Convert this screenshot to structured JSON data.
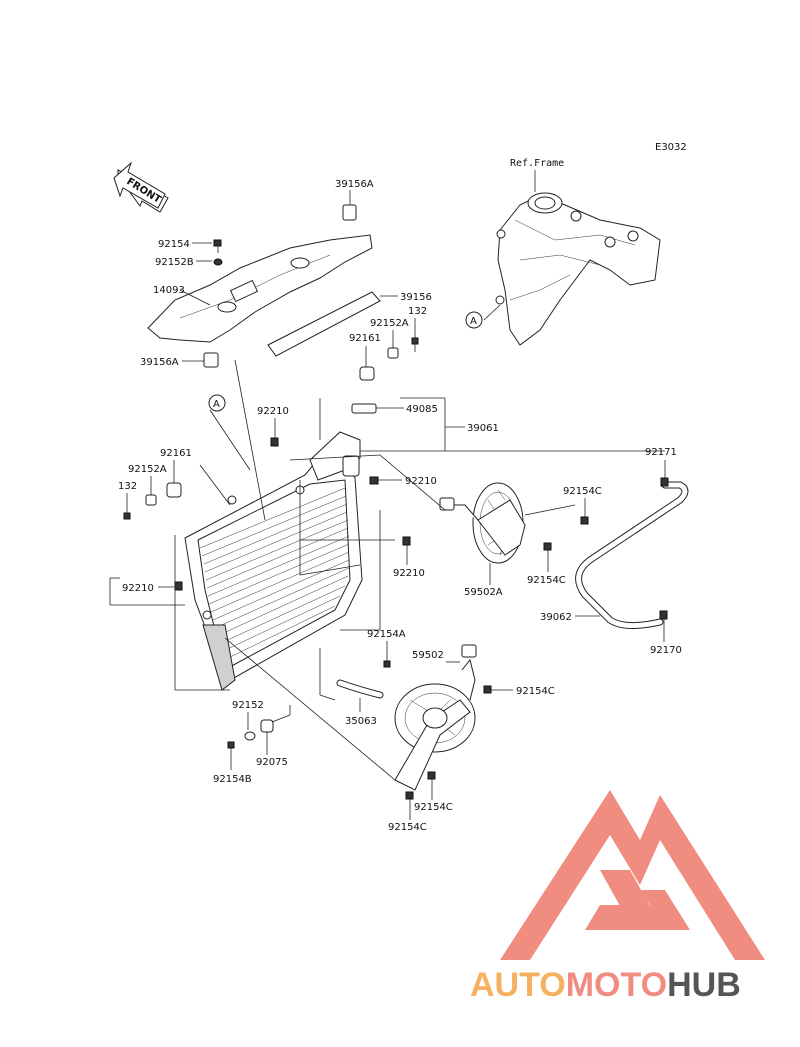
{
  "diagram_code": "E3032",
  "ref_frame_label": "Ref.Frame",
  "front_label": "FRONT",
  "callout_a": "A",
  "parts": {
    "p39156A_top": "39156A",
    "p92154": "92154",
    "p92152B": "92152B",
    "p14093": "14093",
    "p39156": "39156",
    "p39156A_bottom": "39156A",
    "p92152A_top": "92152A",
    "p132_top": "132",
    "p92161_top": "92161",
    "p92210_a": "92210",
    "p49085": "49085",
    "p39061": "39061",
    "p92171": "92171",
    "p92161_left": "92161",
    "p92152A_left": "92152A",
    "p132_left": "132",
    "p92210_b": "92210",
    "p92154C_a": "92154C",
    "p92210_c": "92210",
    "p92210_d": "92210",
    "p92154C_b": "92154C",
    "p59502A": "59502A",
    "p39062": "39062",
    "p92170": "92170",
    "p92154A": "92154A",
    "p59502": "59502",
    "p92154C_c": "92154C",
    "p35063": "35063",
    "p92152": "92152",
    "p92075": "92075",
    "p92154B": "92154B",
    "p92154C_d": "92154C",
    "p92154C_e": "92154C"
  },
  "watermark": {
    "part1": "AUTO",
    "part2": "MOTO",
    "part3": "HUB",
    "color_red": "#f08c80",
    "color_orange": "#f5b060",
    "color_gray": "#555555"
  }
}
